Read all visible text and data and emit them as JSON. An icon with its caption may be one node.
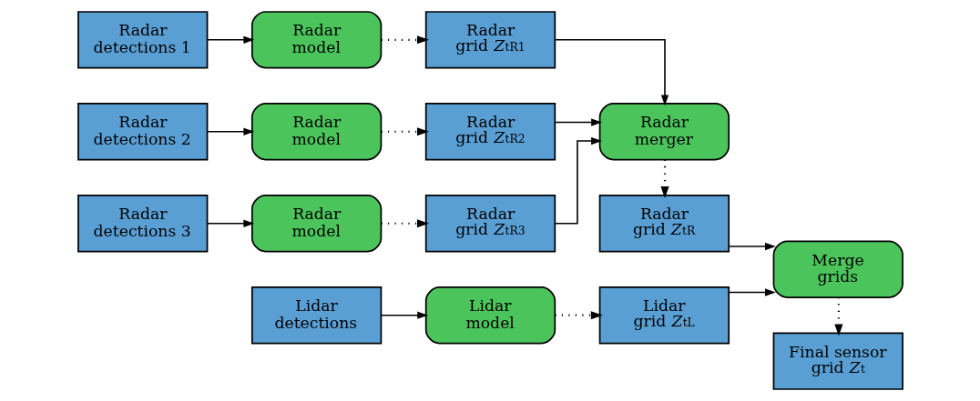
{
  "diagram": {
    "nodes": [
      {
        "text": [
          "Radar detections 1"
        ]
      },
      {
        "text": [
          "Radar model"
        ]
      },
      {
        "text": [
          "Radar grid *Z*$^{t}$$_{R1}$"
        ]
      },
      {
        "text": [
          "Radar detections 2"
        ]
      },
      {
        "text": [
          "Radar model"
        ]
      },
      {
        "text": [
          "Radar grid *Z*$^{t}$$_{R2}$"
        ]
      },
      {
        "text": [
          "Radar merger"
        ]
      },
      {
        "text": [
          "Final sensor grid *Z*$^{t}$"
        ]
      },
      {
        "text": [
          "Radar detections 3"
        ]
      },
      {
        "text": [
          "Radar model"
        ]
      },
      {
        "text": [
          "Radar grid *Z*$^{t}$$_{R3}$"
        ]
      },
      {
        "text": [
          "Radar grid *Z*$^{t}$$_{R}$"
        ]
      },
      {
        "text": [
          "Merge grids"
        ]
      },
      {
        "text": [
          "Lidar detections"
        ]
      },
      {
        "text": [
          "Lidar model"
        ]
      },
      {
        "text": [
          "Lidar grid *Z*$^{t}$$_{L}$"
        ]
      }
    ],
    "edges": [
      {
        "from": 0,
        "to": 1,
        "arrow": "to"
      },
      {
        "from": 1,
        "to": 2,
        "arrow": "to",
        "style": "dashed"
      },
      {
        "from": 2,
        "to": 6,
        "arrow": "to"
      },
      {
        "from": 3,
        "to": 4,
        "arrow": "to"
      },
      {
        "from": 4,
        "to": 5,
        "arrow": "to",
        "style": "dashed"
      },
      {
        "from": 5,
        "to": 6,
        "arrow": "to"
      },
      {
        "from": 8,
        "to": 9,
        "arrow": "to"
      },
      {
        "from": 9,
        "to": 10,
        "arrow": "to",
        "style": "dashed"
      },
      {
        "from": 10,
        "to": 6,
        "arrow": "to"
      },
      {
        "from": 6,
        "to": 11,
        "arrow": "to",
        "style": "dashed"
      },
      {
        "from": 11,
        "to": 12,
        "arrow": "to"
      },
      {
        "from": 12,
        "to": 7,
        "arrow": "to",
        "style": "dashed"
      },
      {
        "from": 13,
        "to": 14,
        "arrow": "to"
      },
      {
        "from": 14,
        "to": 15,
        "arrow": "to",
        "style": "dashed"
      },
      {
        "from": 15,
        "to": 12,
        "arrow": "to"
      }
    ]
  }
}
